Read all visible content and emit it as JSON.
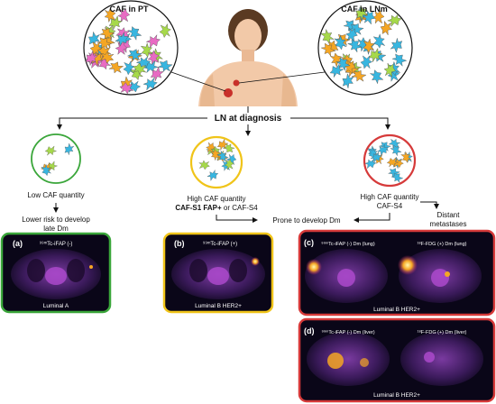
{
  "top": {
    "caf_pt_label": "CAF in PT",
    "caf_lnm_label": "CAF in LNm",
    "ln_diagnosis_label": "LN at diagnosis"
  },
  "branches": {
    "left": {
      "line1": "Low CAF quantity",
      "outcome_line1": "Lower risk to develop",
      "outcome_line2": "late Dm"
    },
    "middle": {
      "line1": "High CAF quantity",
      "line2_bold": "CAF-S1 FAP+",
      "line2_rest": " or CAF-S4"
    },
    "right": {
      "line1": "High CAF quantity",
      "line2": "CAF-S4",
      "distant_line1": "Distant",
      "distant_line2": "metastases"
    },
    "prone_label": "Prone to develop Dm"
  },
  "panels": {
    "a": {
      "letter": "(a)",
      "scan_label": "⁹⁹ᵐTc-iFAP (-)",
      "caption": "Luminal A"
    },
    "b": {
      "letter": "(b)",
      "scan_label": "⁹⁹ᵐTc-iFAP (+)",
      "caption": "Luminal B HER2+"
    },
    "c": {
      "letter": "(c)",
      "scan_label_left": "⁹⁹ᵐTc-iFAP (-) Dm (lung)",
      "scan_label_right": "¹⁸F-FDG (+) Dm (lung)",
      "caption": "Luminal B HER2+"
    },
    "d": {
      "letter": "(d)",
      "scan_label_left": "⁹⁹ᵐTc-iFAP (-) Dm (liver)",
      "scan_label_right": "¹⁸F-FDG (+) Dm (liver)",
      "caption": "Luminal B HER2+"
    }
  },
  "colors": {
    "green": "#3aa63a",
    "yellow": "#f0c419",
    "red": "#d63a3a",
    "cyan": "#38b6e0",
    "pink": "#e86bc3",
    "lime": "#a6d94a",
    "orange": "#f5a623"
  }
}
